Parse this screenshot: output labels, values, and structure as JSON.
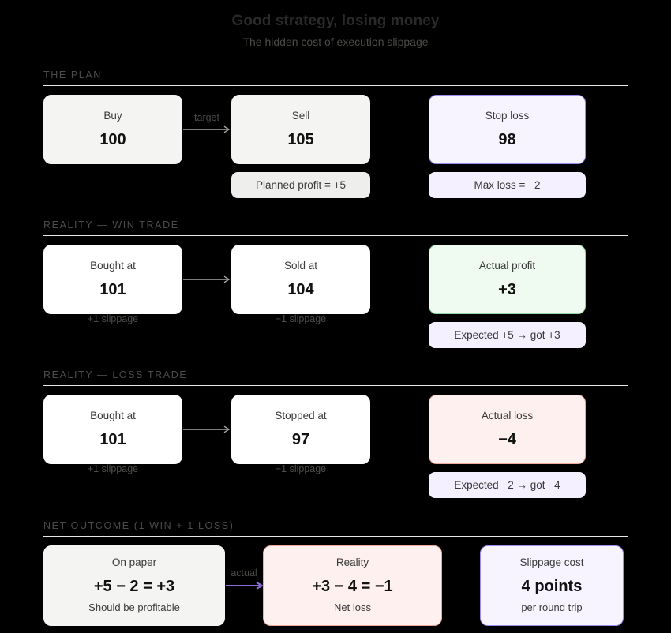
{
  "header": {
    "title": "Good strategy, losing money",
    "subtitle": "The hidden cost of execution slippage"
  },
  "colors": {
    "background": "#000000",
    "plan_box": "#f4f4f3",
    "reality_box": "#ffffff",
    "purple_fill": "#f7f4ff",
    "purple_border": "#9b8cf0",
    "green_fill": "#effaf1",
    "green_border": "#92d6a2",
    "red_fill": "#fdf0ee",
    "red_border": "#f0a79c",
    "arrow_gray": "#a8a8a8",
    "arrow_purple": "#8b6fd8",
    "rule": "#e8e8e8"
  },
  "sections": [
    {
      "label": "THE PLAN",
      "boxes": [
        {
          "caption": "Buy",
          "value": "100"
        },
        {
          "caption": "Sell",
          "value": "105"
        },
        {
          "caption": "Stop loss",
          "value": "98"
        }
      ],
      "arrow_label": "target",
      "notes": [
        {
          "text": "Planned profit = +5"
        },
        {
          "text": "Max loss = −2"
        }
      ]
    },
    {
      "label": "REALITY — WIN TRADE",
      "boxes": [
        {
          "caption": "Bought at",
          "value": "101"
        },
        {
          "caption": "Sold at",
          "value": "104"
        },
        {
          "caption": "Actual profit",
          "value": "+3"
        }
      ],
      "captions": [
        "+1 slippage",
        "−1 slippage"
      ],
      "notes": [
        {
          "text": "Expected +5 → got +3"
        }
      ]
    },
    {
      "label": "REALITY — LOSS TRADE",
      "boxes": [
        {
          "caption": "Bought at",
          "value": "101"
        },
        {
          "caption": "Stopped at",
          "value": "97"
        },
        {
          "caption": "Actual loss",
          "value": "−4"
        }
      ],
      "captions": [
        "+1 slippage",
        "−1 slippage"
      ],
      "notes": [
        {
          "text": "Expected −2 → got −4"
        }
      ]
    },
    {
      "label": "NET OUTCOME (1 WIN + 1 LOSS)",
      "arrow_label": "actual",
      "boxes": [
        {
          "caption": "On paper",
          "value": "+5 − 2 = +3",
          "sub": "Should be profitable"
        },
        {
          "caption": "Reality",
          "value": "+3 − 4 = −1",
          "sub": "Net loss"
        },
        {
          "caption": "Slippage cost",
          "value": "4 points",
          "sub": "per round trip"
        }
      ]
    }
  ]
}
